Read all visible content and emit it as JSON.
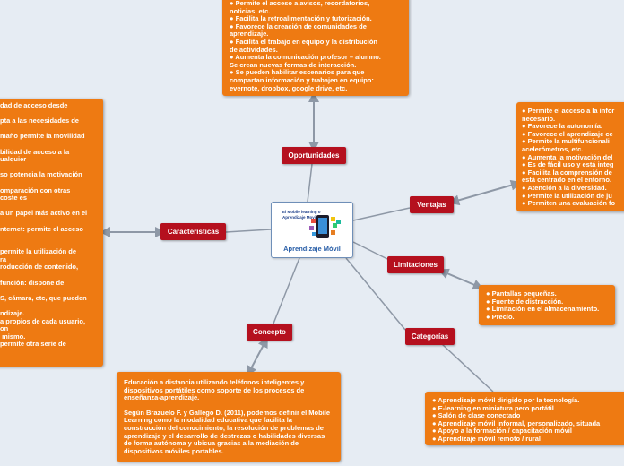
{
  "central": {
    "title": "Aprendizaje Móvil",
    "logo_line1": "El Mobile learning o",
    "logo_line2": "Aprendizaje Movil"
  },
  "nodes": {
    "oportunidades": "Oportunidades",
    "ventajas": "Ventajas",
    "limitaciones": "Limitaciones",
    "categorias": "Categorías",
    "concepto": "Concepto",
    "caracteristicas": "Características"
  },
  "oportunidades_box": [
    "● Permite el acceso a avisos, recordatorios,\nnoticias, etc.",
    "● Facilita la retroalimentación y tutorización.",
    "● Favorece la creación de comunidades de\naprendizaje.",
    "● Facilita el trabajo en equipo y la distribución\nde actividades.",
    "● Aumenta la comunicación profesor – alumno.\nSe crean nuevas formas de interacción.",
    "● Se pueden habilitar escenarios para que\ncompartan información y trabajen en equipo:\nevernote, dropbox, google drive, etc."
  ],
  "ventajas_box": [
    "● Permite el acceso a la infor",
    "necesario.",
    "● Favorece la autonomía.",
    "● Favorece el aprendizaje ce",
    "● Permite la multifuncionali",
    "acelerómetros, etc.",
    "● Aumenta la motivación del",
    "● Es de fácil uso y está integ",
    "● Facilita la comprensión de",
    "está centrado en el entorno.",
    "● Atención a la diversidad.",
    "● Permite la utilización de ju",
    "● Permiten una evaluación fo"
  ],
  "limitaciones_box": [
    "● Pantallas pequeñas.",
    "● Fuente de distracción.",
    "● Limitación en el almacenamiento.",
    "● Precio."
  ],
  "categorias_box": [
    "● Aprendizaje móvil dirigido por la tecnología.",
    "● E-learning en miniatura pero portátil",
    "● Salón de clase conectado",
    "● Aprendizaje móvil informal, personalizado, situada",
    "● Apoyo a la formación / capacitación móvil",
    "● Aprendizaje móvil remoto / rural"
  ],
  "concepto_box": {
    "paragraph1": "Educación a distancia utilizando teléfonos inteligentes y dispositivos portátiles como soporte de los procesos de enseñanza-aprendizaje.",
    "paragraph2": "Según Brazuelo F. y Gallego D. (2011), podemos definir el Mobile Learning como la modalidad educativa que facilita la construcción del conocimiento, la resolución de problemas de aprendizaje y el desarrollo de destrezas o habilidades diversas de forma autónoma y ubicua gracias a la mediación de dispositivos móviles portables."
  },
  "caracteristicas_box": [
    "dad de acceso desde",
    "",
    "pta a las necesidades de",
    "",
    "maño permite la movilidad",
    "",
    "bilidad de acceso a la",
    "ualquier",
    "",
    "so potencia la motivación",
    "",
    "omparación con otras",
    "coste es",
    "",
    "a un papel más activo en el",
    "",
    "nternet: permite el acceso",
    "",
    "",
    "permite la utilización de",
    "ra",
    "roducción de contenido,",
    "",
    "función: dispone de",
    "",
    "S, cámara, etc, que pueden",
    "",
    "ndizaje.",
    "a propios de cada usuario,",
    "on",
    " mismo.",
    "permite otra serie de"
  ],
  "colors": {
    "node": "#b5101e",
    "box": "#ee7a12",
    "background": "#e6ecf3",
    "connector": "#8e98a6"
  }
}
